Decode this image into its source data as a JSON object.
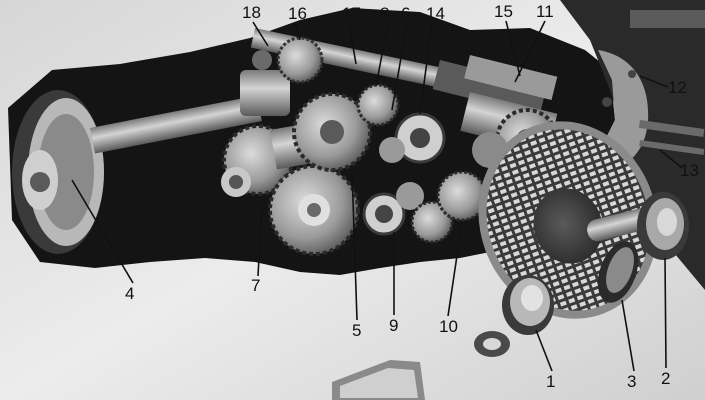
{
  "image": {
    "kind": "labeled photograph of lathe gearbox mechanism"
  },
  "callouts": {
    "c1": "1",
    "c2": "2",
    "c3": "3",
    "c4": "4",
    "c5": "5",
    "c6": "6",
    "c7": "7",
    "c8": "8",
    "c9": "9",
    "c10": "10",
    "c11": "11",
    "c12": "12",
    "c13": "13",
    "c14": "14",
    "c15": "15",
    "c16": "16",
    "c17": "17",
    "c18": "18"
  },
  "colors": {
    "light_housing": "#e2e2e2",
    "dark_interior": "#141414",
    "metal_mid": "#8a8a8a",
    "metal_light": "#cfcfcf",
    "label_text": "#111111"
  }
}
